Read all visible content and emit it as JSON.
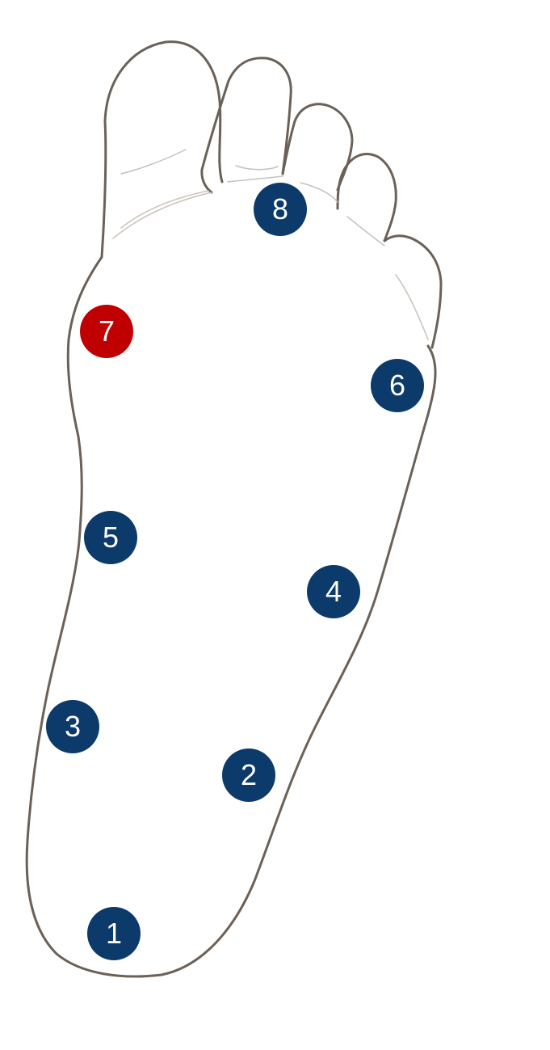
{
  "colors": {
    "outline": "#6b6158",
    "sketch": "#c9c2ba",
    "marker_default": "#0b3a6b",
    "marker_highlight": "#c00000",
    "marker_text": "#ffffff"
  },
  "markers": [
    {
      "id": "marker-1",
      "label": "1",
      "highlighted": false
    },
    {
      "id": "marker-2",
      "label": "2",
      "highlighted": false
    },
    {
      "id": "marker-3",
      "label": "3",
      "highlighted": false
    },
    {
      "id": "marker-4",
      "label": "4",
      "highlighted": false
    },
    {
      "id": "marker-5",
      "label": "5",
      "highlighted": false
    },
    {
      "id": "marker-6",
      "label": "6",
      "highlighted": false
    },
    {
      "id": "marker-7",
      "label": "7",
      "highlighted": true
    },
    {
      "id": "marker-8",
      "label": "8",
      "highlighted": false
    }
  ]
}
